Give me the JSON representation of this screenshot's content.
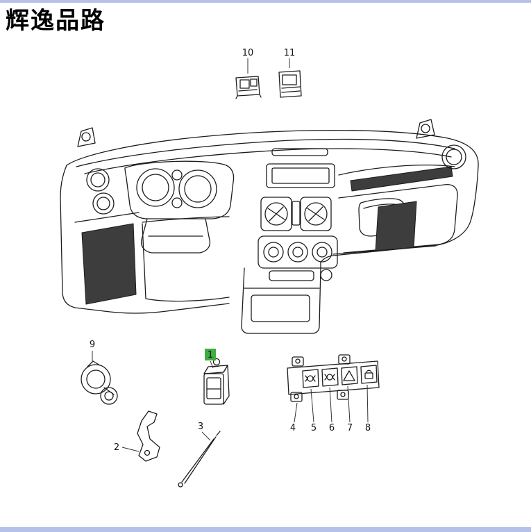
{
  "page": {
    "title": "辉逸品路"
  },
  "theme": {
    "highlight_green": "#3fae3f",
    "border_blue": "#b5c1e9",
    "line_color": "#1c1c1c",
    "background": "#ffffff"
  },
  "diagram": {
    "name": "instrument-panel-switches-exploded-view",
    "callouts": [
      {
        "label": "1",
        "highlighted": true
      },
      {
        "label": "2"
      },
      {
        "label": "3"
      },
      {
        "label": "4"
      },
      {
        "label": "5"
      },
      {
        "label": "6"
      },
      {
        "label": "7"
      },
      {
        "label": "8"
      },
      {
        "label": "9"
      },
      {
        "label": "10"
      },
      {
        "label": "11"
      }
    ]
  }
}
